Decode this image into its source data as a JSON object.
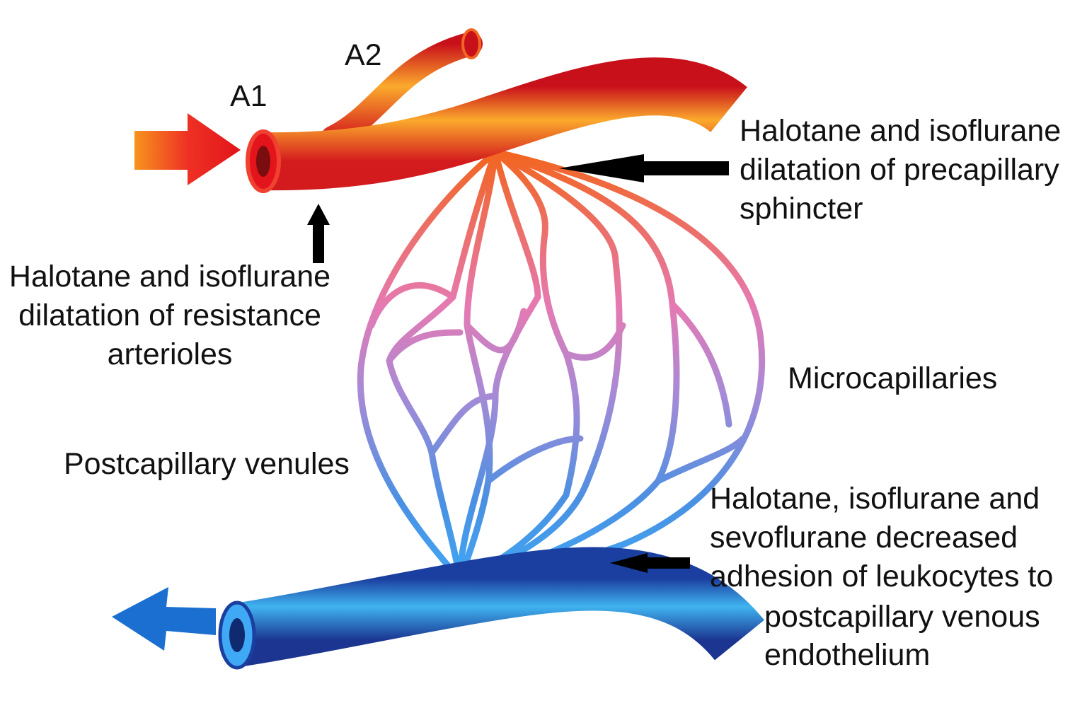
{
  "labels": {
    "a1": "A1",
    "a2": "A2",
    "precapillary": [
      "Halotane and isoflurane",
      "dilatation of precapillary",
      "sphincter"
    ],
    "resistance": [
      "Halotane and isoflurane",
      "dilatation of resistance",
      "arterioles"
    ],
    "microcapillaries": "Microcapillaries",
    "venules": "Postcapillary venules",
    "leukocytes": [
      "Halotane, isoflurane and",
      "sevoflurane decreased",
      "adhesion of leukocytes to",
      "postcapillary venous",
      "endothelium"
    ]
  },
  "colors": {
    "artery_dark": "#d9141c",
    "artery_light": "#f7941d",
    "capillary_mid": "#e07ab8",
    "vein_light": "#3fa9f5",
    "vein_dark": "#1b3fa0",
    "arrow": "#000000"
  }
}
